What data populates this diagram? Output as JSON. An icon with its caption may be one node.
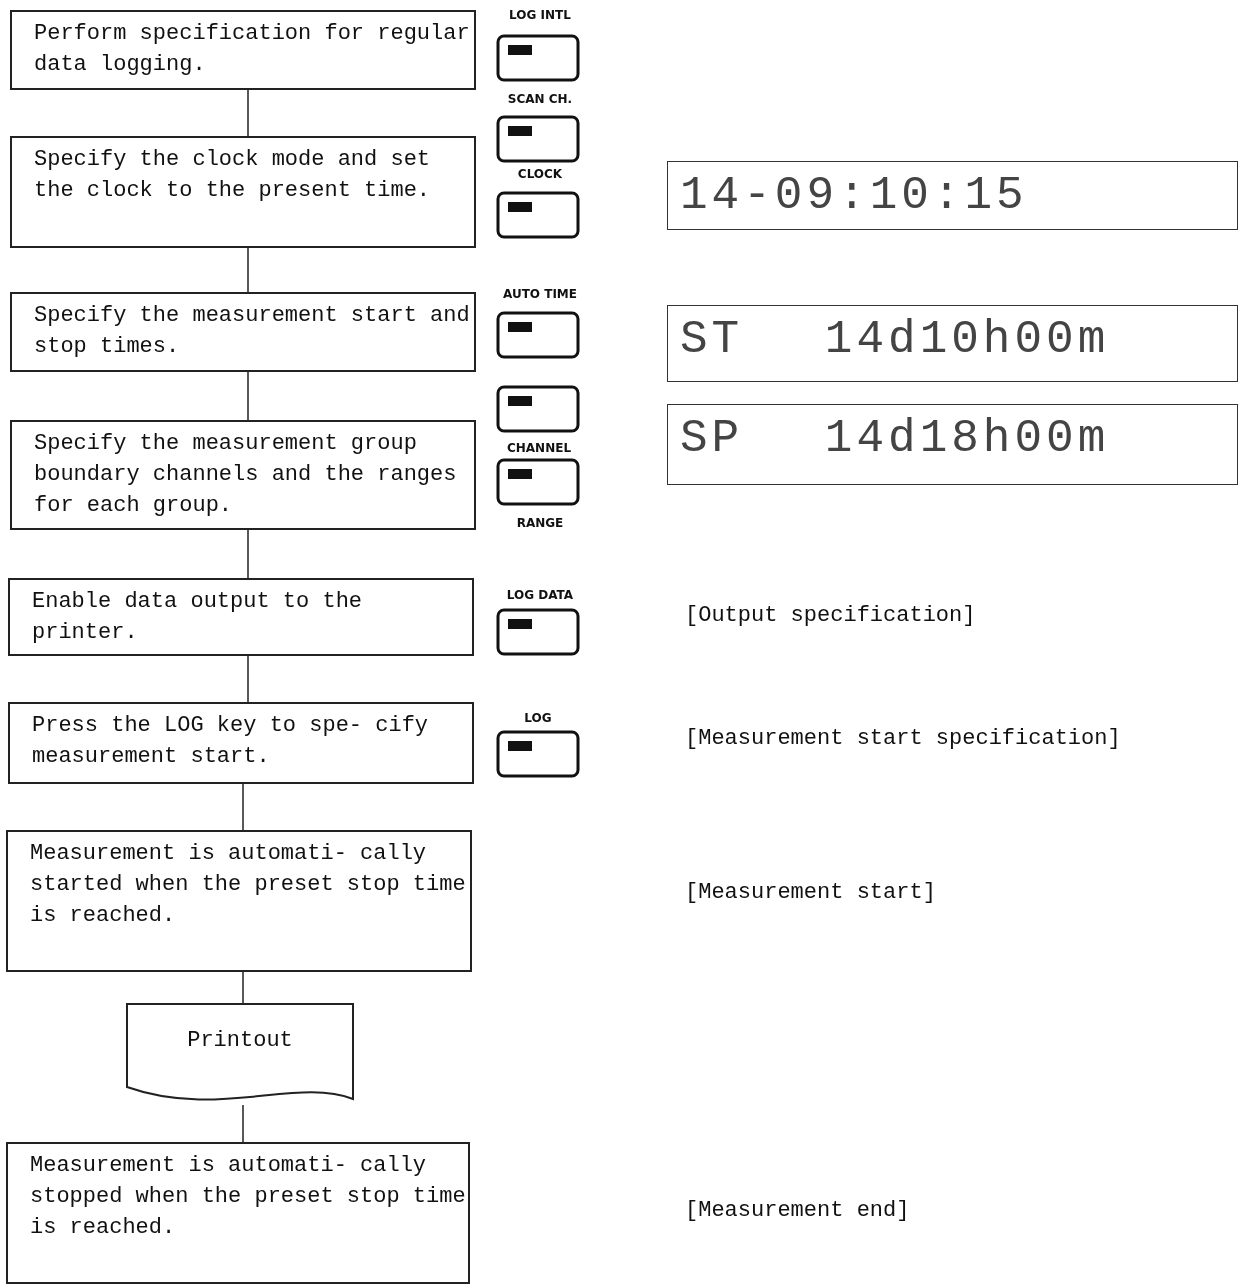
{
  "diagram": {
    "nodes": [
      {
        "text": [
          "Perform specification for regular data logging."
        ]
      },
      {
        "text": [
          "Specify the clock mode and set the clock to the present time."
        ]
      },
      {
        "text": [
          "Specify the measurement start and stop times."
        ]
      },
      {
        "text": [
          "Specify the measurement group boundary channels and the ranges for each group."
        ]
      },
      {
        "text": [
          "Enable data output to the printer."
        ]
      },
      {
        "text": [
          "Press the LOG key to spe- cify measurement start."
        ]
      },
      {
        "text": [
          "Measurement is automati- cally started when the preset stop time is reached."
        ]
      },
      {
        "text": [
          "Printout"
        ]
      },
      {
        "text": [
          "Measurement is automati- cally stopped when the preset stop time is reached."
        ]
      },
      {
        "text": [
          "14-09:10:15"
        ]
      },
      {
        "text": [
          "ST 14d10h00m"
        ]
      },
      {
        "text": [
          "SP 14d18h00m"
        ]
      }
    ],
    "edges": [
      {
        "from": 0,
        "to": 1,
        "arrow": "none"
      },
      {
        "from": 1,
        "to": 2,
        "arrow": "none"
      },
      {
        "from": 2,
        "to": 3,
        "arrow": "none"
      },
      {
        "from": 3,
        "to": 4,
        "arrow": "none"
      },
      {
        "from": 4,
        "to": 5,
        "arrow": "none"
      },
      {
        "from": 5,
        "to": 6,
        "arrow": "none"
      },
      {
        "from": 6,
        "to": 7,
        "arrow": "none"
      },
      {
        "from": 7,
        "to": 8,
        "arrow": "none"
      }
    ],
    "labels": [
      "LOG INTL",
      "SCAN CH.",
      "CLOCK",
      "AUTO TIME",
      "CHANNEL",
      "RANGE",
      "LOG DATA",
      "[Output specification]",
      "LOG",
      "[Measurement start specification]",
      "[Measurement start]",
      "[Measurement end]"
    ]
  }
}
